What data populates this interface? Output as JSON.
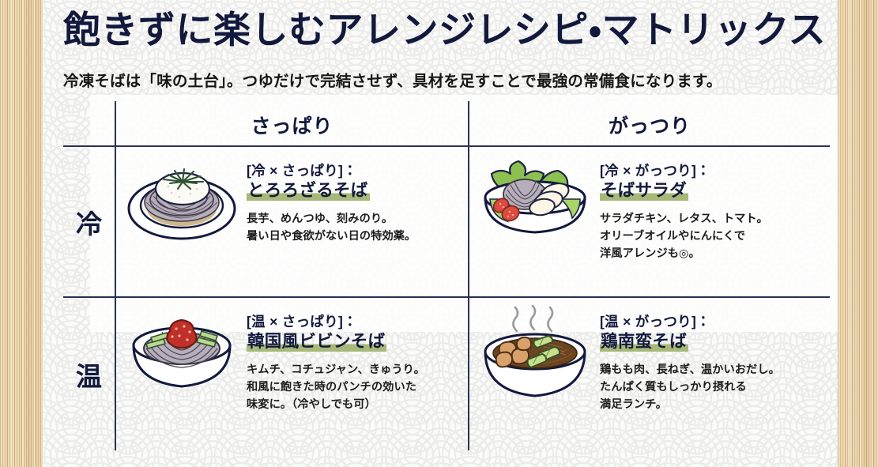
{
  "header": {
    "title": "飽きずに楽しむアレンジレシピ・マトリックス",
    "subtitle": "冷凍そばは「味の土台」。つゆだけで完結させず、具材を足すことで最強の常備食になります。"
  },
  "matrix": {
    "columns": [
      {
        "label": "さっぱり"
      },
      {
        "label": "がっつり"
      }
    ],
    "rows": [
      {
        "label": "冷"
      },
      {
        "label": "温"
      }
    ],
    "cells": [
      {
        "combo": "[冷 × さっぱり]：",
        "dish": "とろろざるそば",
        "art": "tororo-zaru-soba-illustration",
        "desc": [
          "長芋、めんつゆ、刻みのり。",
          "暑い日や食欲がない日の特効薬。"
        ]
      },
      {
        "combo": "[冷 × がっつり]：",
        "dish": "そばサラダ",
        "art": "soba-salad-illustration",
        "desc": [
          "サラダチキン、レタス、トマト。",
          "オリーブオイルやにんにくで",
          "洋風アレンジも◎。"
        ]
      },
      {
        "combo": "[温 × さっぱり]：",
        "dish": "韓国風ビビンそば",
        "art": "bibim-soba-illustration",
        "desc": [
          "キムチ、コチュジャン、きゅうり。",
          "和風に飽きた時のパンチの効いた",
          "味変に。（冷やしでも可）"
        ]
      },
      {
        "combo": "[温 × がっつり]：",
        "dish": "鶏南蛮そば",
        "art": "tori-nanban-soba-illustration",
        "desc": [
          "鶏もも肉、長ねぎ、温かいおだし。",
          "たんぱく質もしっかり摂れる",
          "満足ランチ。"
        ]
      }
    ]
  },
  "colors": {
    "navy": "#12193c",
    "line": "#2b3153",
    "highlight": "#a7b878",
    "wood": "#eed9b2",
    "panel": "#fbfbfa"
  }
}
